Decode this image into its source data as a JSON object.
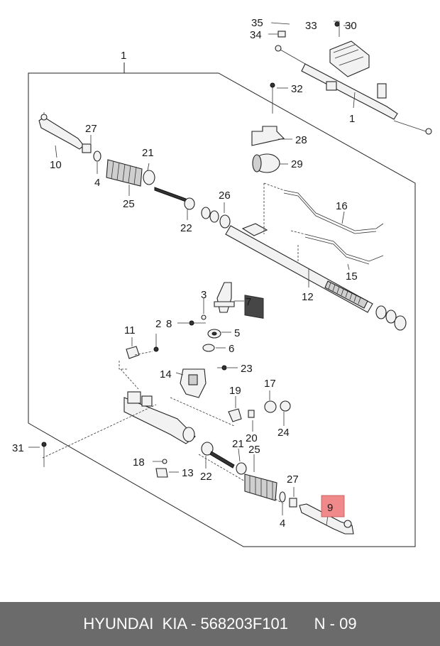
{
  "labels": {
    "1": "1",
    "2": "2",
    "3": "3",
    "4": "4",
    "5": "5",
    "6": "6",
    "7": "7",
    "8": "8",
    "9": "9",
    "10": "10",
    "11": "11",
    "12": "12",
    "13": "13",
    "14": "14",
    "15": "15",
    "16": "16",
    "17": "17",
    "18": "18",
    "19": "19",
    "20": "20",
    "21": "21",
    "22": "22",
    "23": "23",
    "24": "24",
    "25": "25",
    "26": "26",
    "27": "27",
    "28": "28",
    "29": "29",
    "30": "30",
    "31": "31",
    "32": "32",
    "33": "33",
    "34": "34",
    "35": "35"
  },
  "highlight": {
    "label": "9",
    "color": "#f08a8a"
  },
  "footer": {
    "text": "HYUNDAI  KIA - 568203F101      N - 09"
  }
}
